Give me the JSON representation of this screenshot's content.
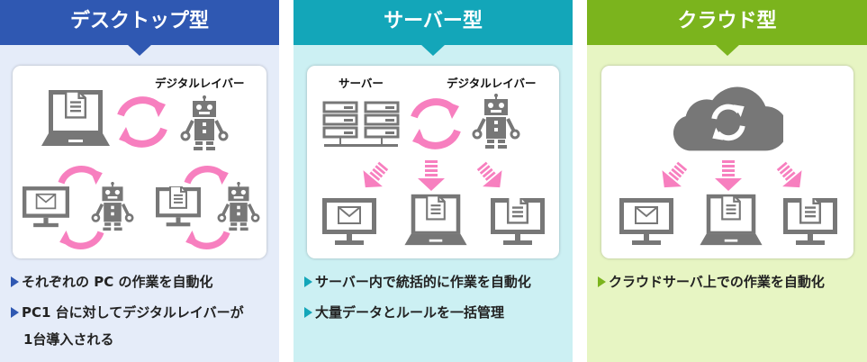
{
  "colors": {
    "desktop": "#2f58b2",
    "server": "#13a6b9",
    "cloud": "#7bb41d",
    "arrow": "#f77fbf",
    "icon": "#777777"
  },
  "panels": [
    {
      "title": "デスクトップ型",
      "label_robot": "デジタルレイバー",
      "bullets": [
        "それぞれの PC の作業を自動化",
        "PC1 台に対してデジタルレイバーが",
        "1台導入される"
      ]
    },
    {
      "title": "サーバー型",
      "label_server": "サーバー",
      "label_robot": "デジタルレイバー",
      "bullets": [
        "サーバー内で統括的に作業を自動化",
        "大量データとルールを一括管理"
      ]
    },
    {
      "title": "クラウド型",
      "bullets": [
        "クラウドサーバ上での作業を自動化"
      ]
    }
  ]
}
